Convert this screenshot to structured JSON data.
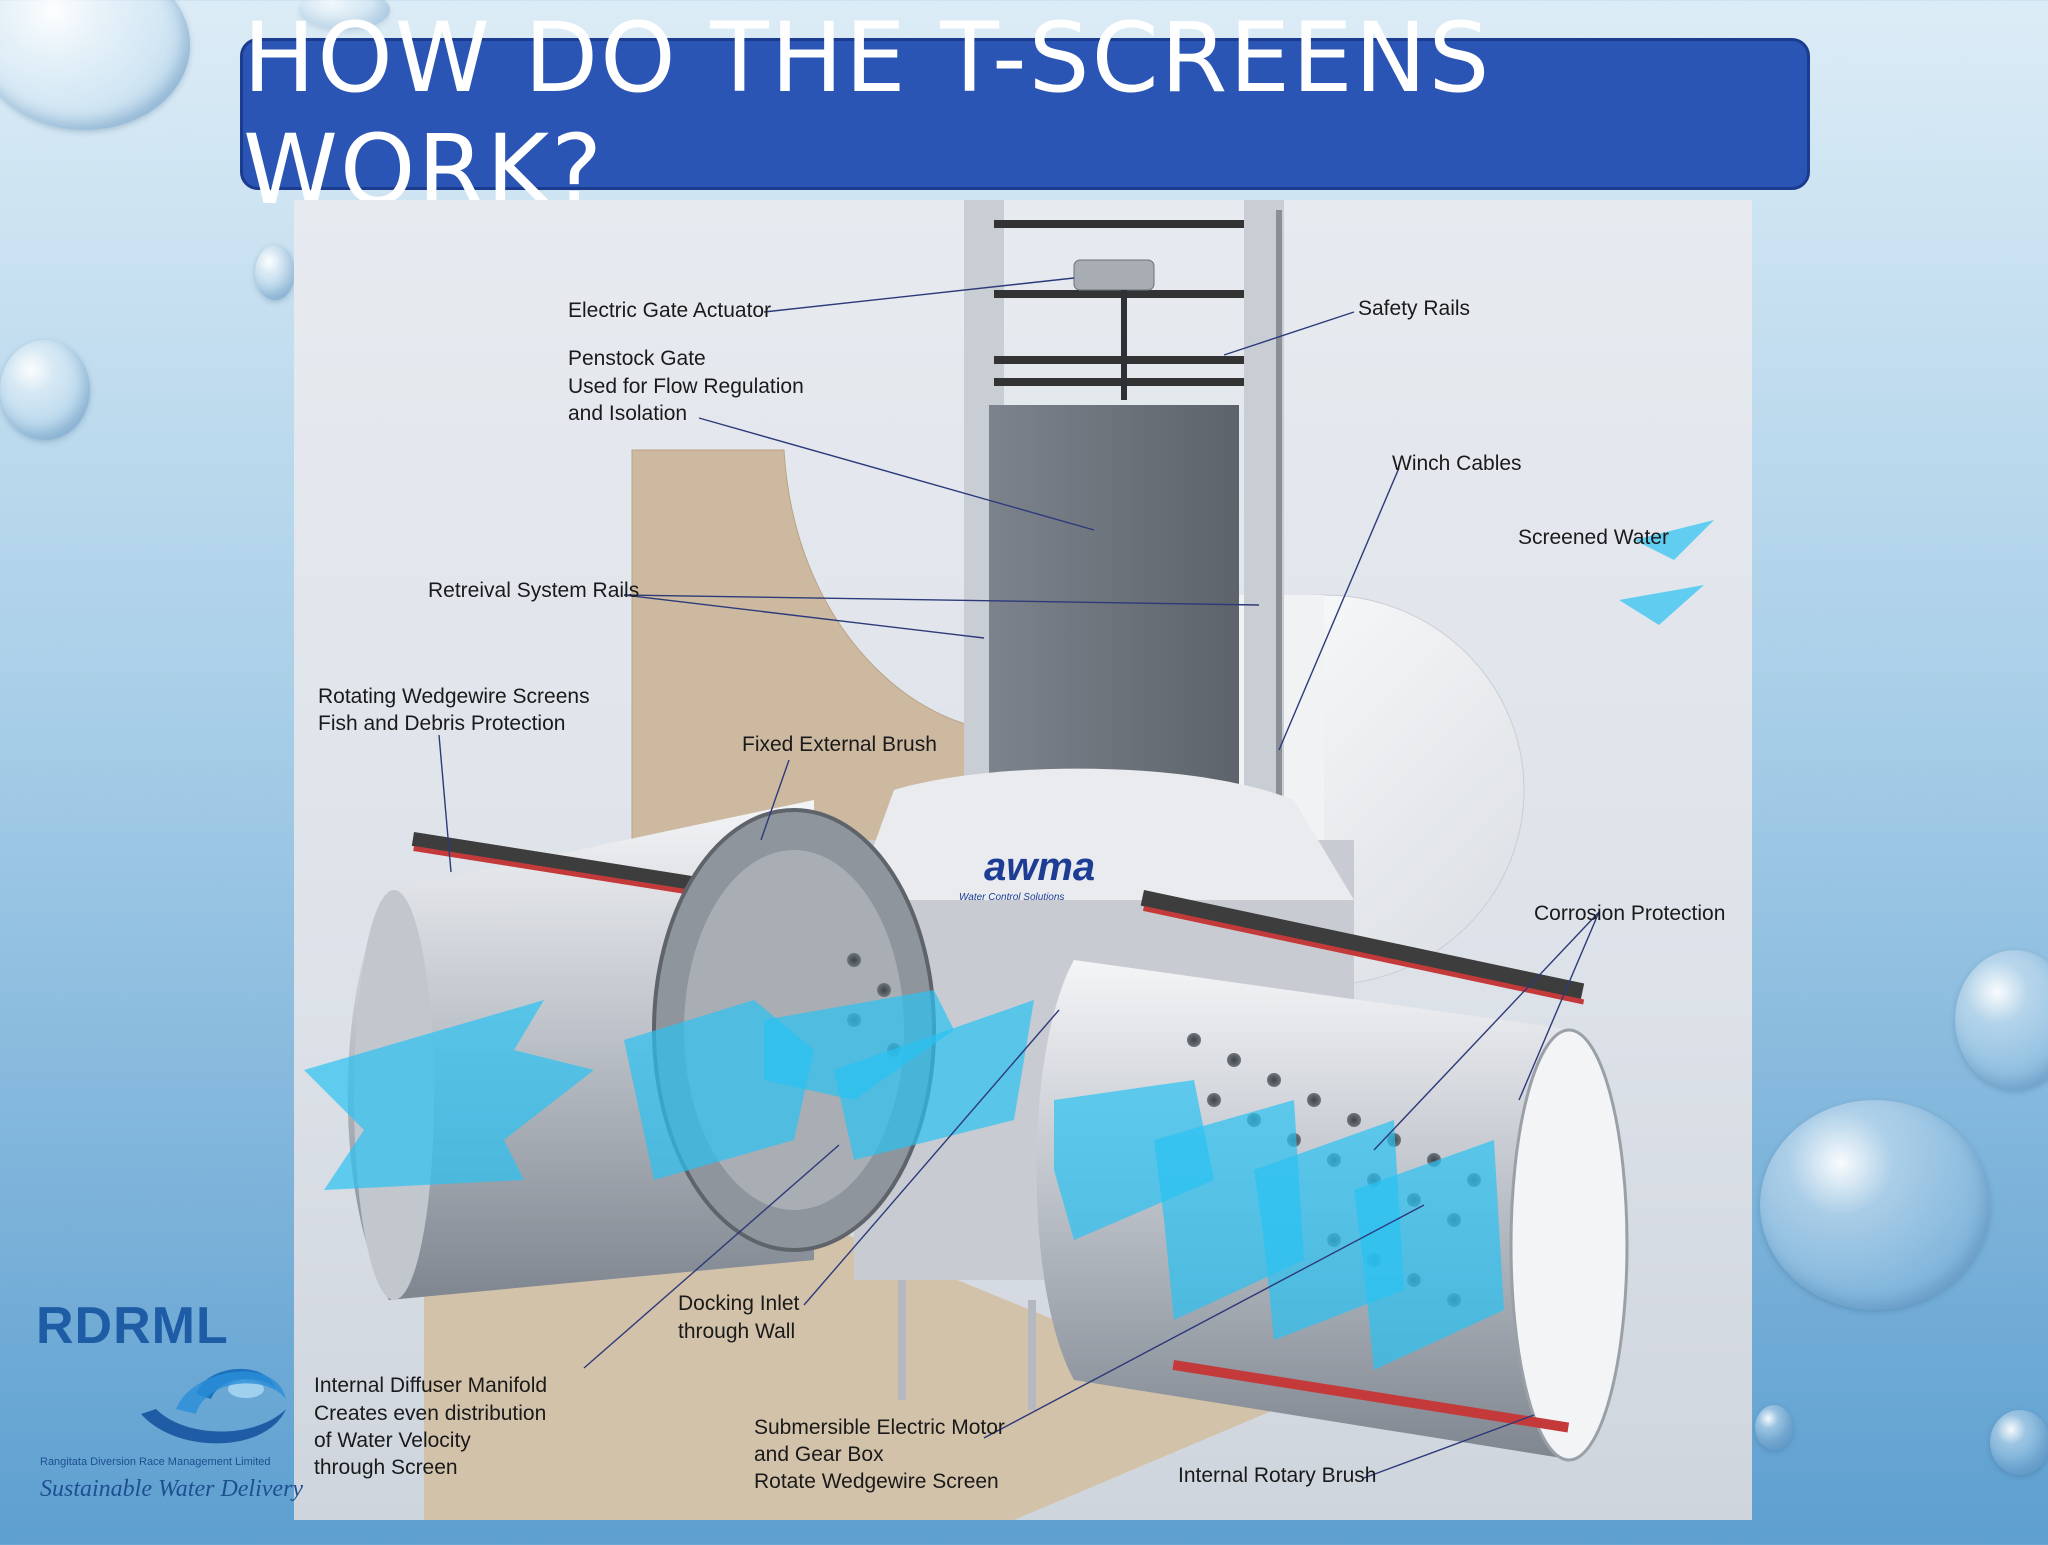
{
  "title": "HOW DO THE T-SCREENS WORK?",
  "brand": {
    "name": "RDRML",
    "organisation": "Rangitata Diversion Race Management Limited",
    "tagline": "Sustainable Water Delivery",
    "product_logo": "awma",
    "product_logo_sub": "Water Control Solutions"
  },
  "labels": {
    "electric_gate_actuator": "Electric Gate Actuator",
    "safety_rails": "Safety Rails",
    "penstock_gate_1": "Penstock Gate",
    "penstock_gate_2": "Used for Flow Regulation",
    "penstock_gate_3": "and Isolation",
    "winch_cables": "Winch Cables",
    "screened_water": "Screened Water",
    "retrieval_rails": "Retreival System Rails",
    "wedgewire_1": "Rotating Wedgewire Screens",
    "wedgewire_2": "Fish and Debris Protection",
    "fixed_brush": "Fixed External Brush",
    "corrosion": "Corrosion Protection",
    "docking_1": "Docking Inlet",
    "docking_2": "through Wall",
    "diffuser_1": "Internal Diffuser Manifold",
    "diffuser_2": "Creates even distribution",
    "diffuser_3": "of Water Velocity",
    "diffuser_4": "through Screen",
    "motor_1": "Submersible Electric Motor",
    "motor_2": "and Gear Box",
    "motor_3": "Rotate Wedgewire Screen",
    "rotary_brush": "Internal Rotary Brush"
  },
  "colors": {
    "title_bar": "#2a55b4",
    "water_arrows": "#29c2f2",
    "brand_blue": "#1f5ca6"
  }
}
